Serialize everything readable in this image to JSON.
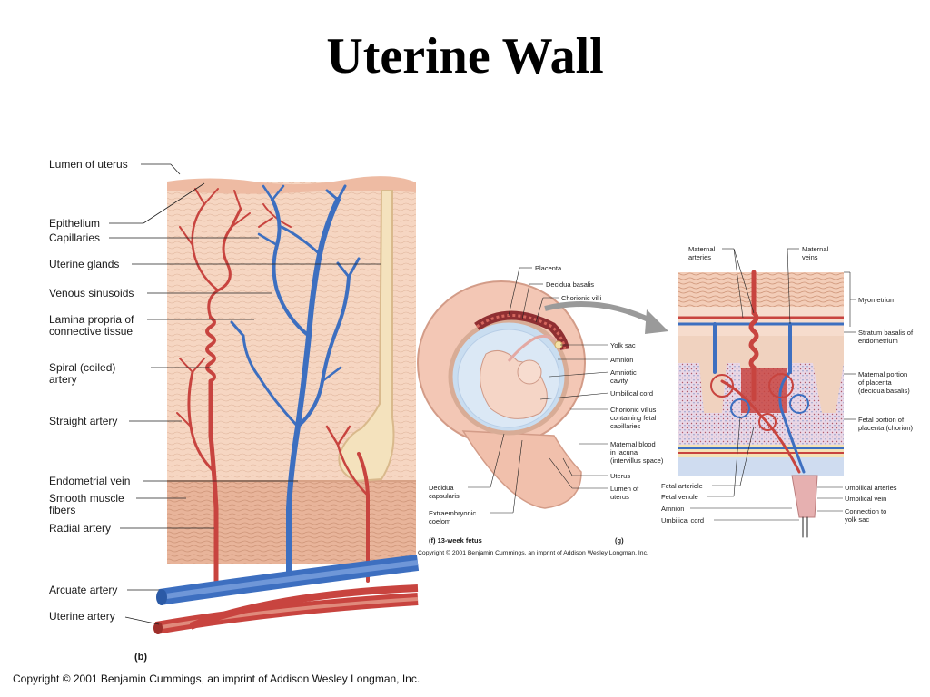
{
  "title": "Uterine Wall",
  "left_panel": {
    "labels": [
      "Lumen of uterus",
      "Epithelium",
      "Capillaries",
      "Uterine glands",
      "Venous sinusoids",
      "Lamina propria of",
      "connective tissue",
      "Spiral (coiled)",
      "artery",
      "Straight artery",
      "Endometrial vein",
      "Smooth muscle",
      "fibers",
      "Radial artery",
      "Arcuate artery",
      "Uterine artery"
    ],
    "panel_letter": "(b)"
  },
  "middle_panel": {
    "labels": [
      "Placenta",
      "Decidua basalis",
      "Chorionic villi",
      "Yolk sac",
      "Amnion",
      "Amniotic",
      "cavity",
      "Umbilical cord",
      "Chorionic villus",
      "containing fetal",
      "capillaries",
      "Maternal blood",
      "in lacuna",
      "(intervillus space)",
      "Uterus",
      "Lumen of",
      "uterus",
      "Decidua",
      "capsularis",
      "Extraembryonic",
      "coelom"
    ],
    "caption_f": "(f)  13-week fetus",
    "caption_g": "(g)",
    "copyright": "Copyright © 2001 Benjamin Cummings, an imprint of Addison Wesley Longman, Inc."
  },
  "right_panel": {
    "labels": [
      "Maternal",
      "arteries",
      "Maternal",
      "veins",
      "Myometrium",
      "Stratum basalis of",
      "endometrium",
      "Maternal portion",
      "of placenta",
      "(decidua basalis)",
      "Fetal portion of",
      "placenta (chorion)",
      "Umbilical arteries",
      "Umbilical vein",
      "Connection to",
      "yolk sac",
      "Fetal arteriole",
      "Fetal venule",
      "Amnion",
      "Umbilical cord"
    ]
  },
  "copyright": "Copyright © 2001 Benjamin Cummings, an imprint of Addison Wesley Longman, Inc.",
  "colors": {
    "artery": "#c8443f",
    "vein": "#3d6fc0",
    "tissue": "#f4d2bd",
    "muscle": "#e8b69c",
    "gland": "#f1deb8"
  }
}
